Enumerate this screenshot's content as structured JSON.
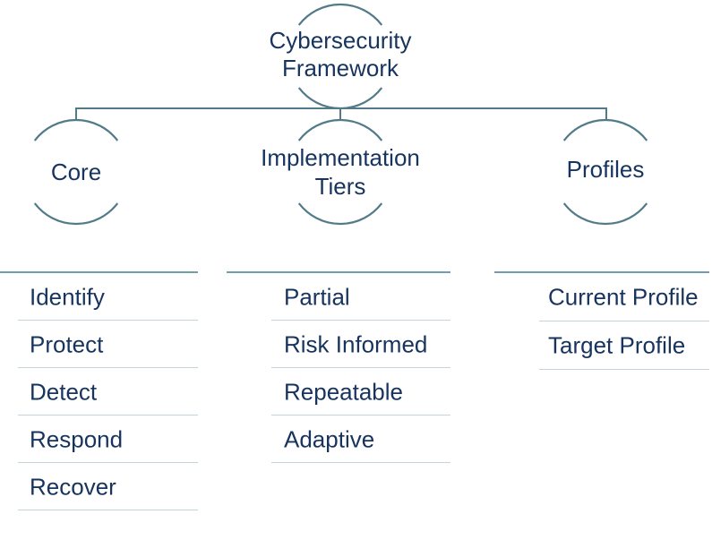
{
  "diagram": {
    "root": {
      "label": "Cybersecurity Framework"
    },
    "branches": [
      {
        "label": "Core",
        "items": [
          "Identify",
          "Protect",
          "Detect",
          "Respond",
          "Recover"
        ]
      },
      {
        "label": "Implementation Tiers",
        "items": [
          "Partial",
          "Risk Informed",
          "Repeatable",
          "Adaptive"
        ]
      },
      {
        "label": "Profiles",
        "items": [
          "Current Profile",
          "Target Profile"
        ]
      }
    ],
    "colors": {
      "node_stroke": "#527A88",
      "list_top_border": "#6E9DAB",
      "row_separator": "#C5D4DB",
      "text": "#17345F"
    }
  }
}
